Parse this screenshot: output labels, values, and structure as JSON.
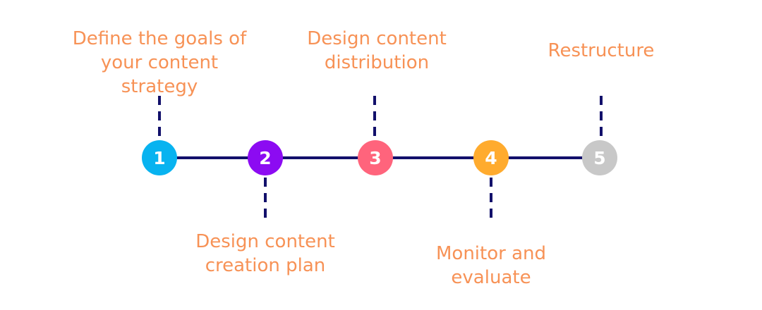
{
  "colors": {
    "label": "#F79256",
    "line": "#12106B",
    "marker_text": "#FFFFFF"
  },
  "steps": [
    {
      "number": "1",
      "label": "Define the goals of\nyour content\nstrategy",
      "color": "#08B3F0",
      "position": "above"
    },
    {
      "number": "2",
      "label": "Design content\ncreation plan",
      "color": "#8C0BF2",
      "position": "below"
    },
    {
      "number": "3",
      "label": "Design content\ndistribution",
      "color": "#FF647C",
      "position": "above"
    },
    {
      "number": "4",
      "label": "Monitor and\nevaluate",
      "color": "#FFAB2E",
      "position": "below"
    },
    {
      "number": "5",
      "label": "Restructure",
      "color": "#C8C8C8",
      "position": "above"
    }
  ]
}
